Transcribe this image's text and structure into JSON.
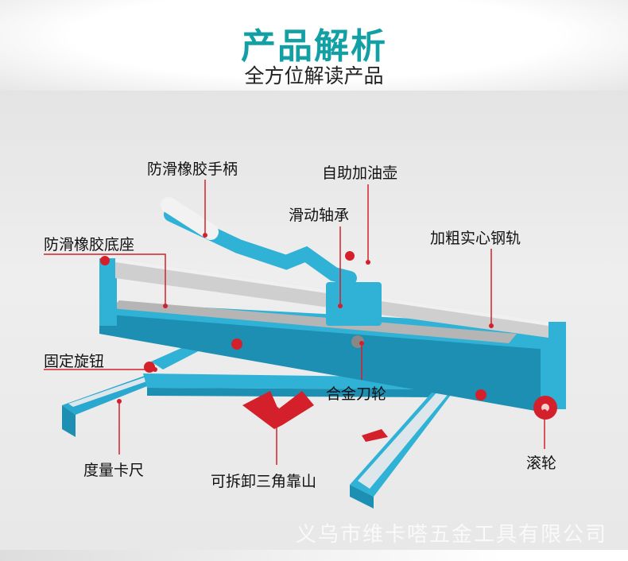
{
  "header": {
    "title": "产品解析",
    "subtitle": "全方位解读产品"
  },
  "labels": {
    "handle": "防滑橡胶手柄",
    "oil_pot": "自助加油壶",
    "bearing": "滑动轴承",
    "rail": "加粗实心钢轨",
    "base": "防滑橡胶底座",
    "knob": "固定旋钮",
    "cutter_wheel": "合金刀轮",
    "ruler": "度量卡尺",
    "triangle_stop": "可拆卸三角靠山",
    "roller": "滚轮"
  },
  "watermark": "义乌市维卡嗒五金工具有限公司",
  "colors": {
    "title": "#12a0a4",
    "tool_body": "#2fb2d6",
    "accent": "#d4202a",
    "rail": "#c9c9c9"
  }
}
